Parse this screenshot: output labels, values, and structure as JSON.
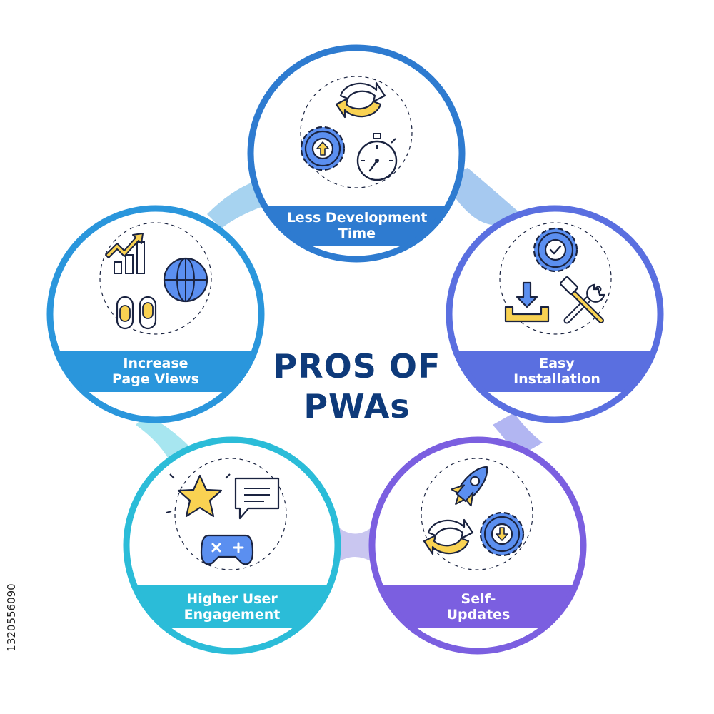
{
  "title": {
    "line1": "PROS OF",
    "line2": "PWAs"
  },
  "items": [
    {
      "id": "less-development-time",
      "line1": "Less Development",
      "line2": "Time",
      "color": "#2e7bd0",
      "icons": [
        "refresh-icon",
        "gear-upload-icon",
        "stopwatch-icon"
      ]
    },
    {
      "id": "easy-installation",
      "line1": "Easy",
      "line2": "Installation",
      "color": "#5a6fe0",
      "icons": [
        "gear-check-icon",
        "download-tray-icon",
        "tools-icon"
      ]
    },
    {
      "id": "self-updates",
      "line1": "Self-",
      "line2": "Updates",
      "color": "#7b5fe0",
      "icons": [
        "rocket-icon",
        "refresh-icon",
        "gear-download-icon"
      ]
    },
    {
      "id": "higher-user-engagement",
      "line1": "Higher User",
      "line2": "Engagement",
      "color": "#2bbcd8",
      "icons": [
        "star-icon",
        "chat-bubble-icon",
        "gamepad-icon"
      ]
    },
    {
      "id": "increase-page-views",
      "line1": "Increase",
      "line2": "Page Views",
      "color": "#2a96dc",
      "icons": [
        "growth-chart-icon",
        "globe-icon",
        "footprints-icon"
      ]
    }
  ],
  "stock_id": "1320556090",
  "colors": {
    "title": "#0e3a7a",
    "icon_blue": "#5b8ff0",
    "icon_yellow": "#f9d252",
    "outline": "#1a2340"
  }
}
